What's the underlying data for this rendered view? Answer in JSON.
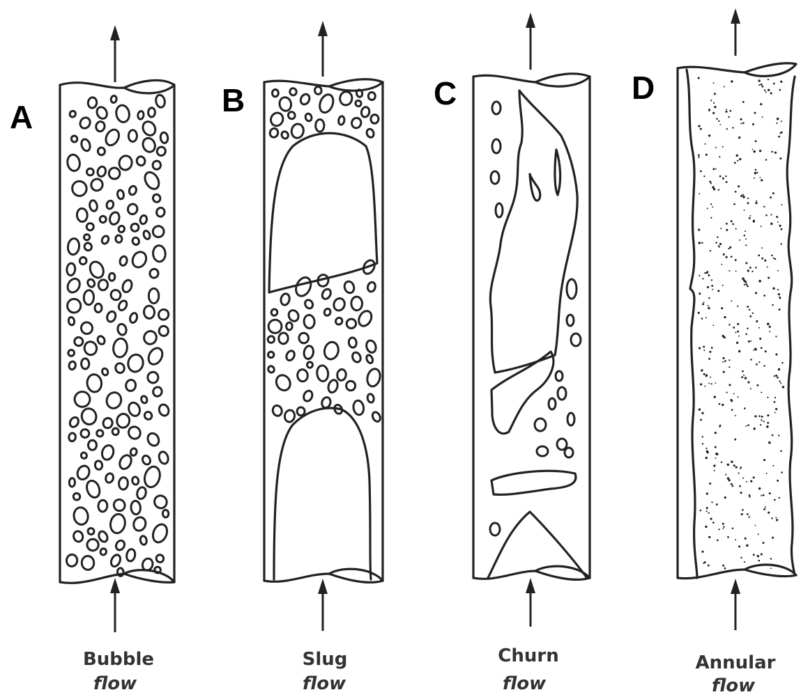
{
  "panels": [
    {
      "letter": "A",
      "caption_line1": "Bubble",
      "caption_line2": "flow"
    },
    {
      "letter": "B",
      "caption_line1": "Slug",
      "caption_line2": "flow"
    },
    {
      "letter": "C",
      "caption_line1": "Churn",
      "caption_line2": "flow"
    },
    {
      "letter": "D",
      "caption_line1": "Annular",
      "caption_line2": "flow"
    }
  ]
}
